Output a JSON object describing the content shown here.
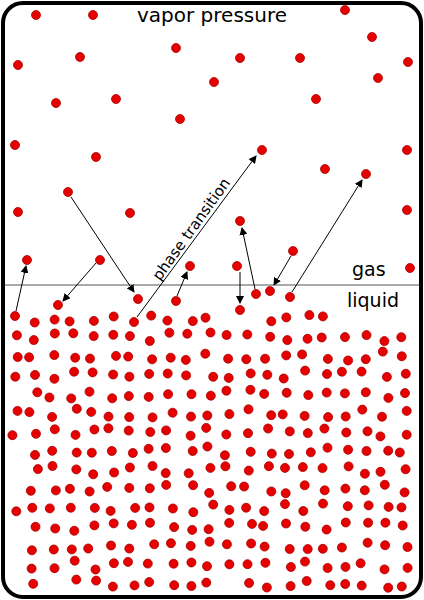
{
  "diagram": {
    "title": "vapor pressure",
    "labels": [
      "gas",
      "liquid",
      "phase transition"
    ]
  }
}
